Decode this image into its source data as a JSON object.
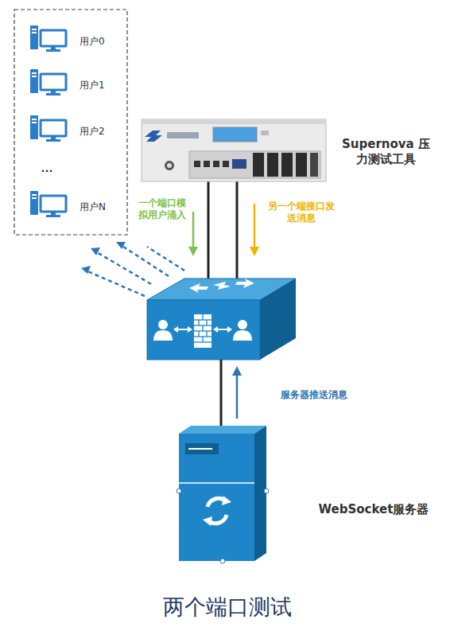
{
  "diagram": {
    "caption": "两个端口测试",
    "nodes": [
      {
        "text": [
          "用户0"
        ]
      },
      {
        "text": [
          "用户1"
        ]
      },
      {
        "text": [
          "用户2"
        ]
      },
      {
        "text": [
          "用户N"
        ]
      },
      {
        "text": [
          "Supernova 压力测试工具"
        ]
      },
      {
        "text": [
          "WebSocket服务器"
        ]
      }
    ],
    "labels": [
      "...",
      "一个端口模 拟用户涌入",
      "另一个端接口发 送消息",
      "服务器推送消息"
    ]
  }
}
